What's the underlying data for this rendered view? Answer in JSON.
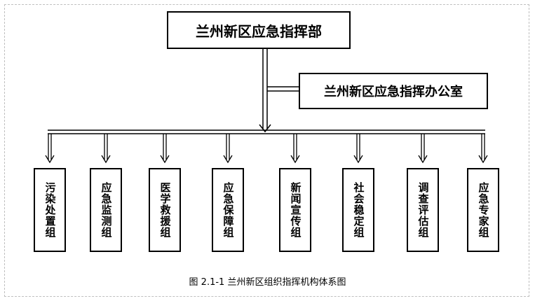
{
  "top": {
    "label": "兰州新区应急指挥部"
  },
  "office": {
    "label": "兰州新区应急指挥办公室"
  },
  "groups": [
    {
      "label": "污染处置组"
    },
    {
      "label": "应急监测组"
    },
    {
      "label": "医学救援组"
    },
    {
      "label": "应急保障组"
    },
    {
      "label": "新闻宣传组"
    },
    {
      "label": "社会稳定组"
    },
    {
      "label": "调查评估组"
    },
    {
      "label": "应急专家组"
    }
  ],
  "caption": "图 2.1-1 兰州新区组织指挥机构体系图"
}
